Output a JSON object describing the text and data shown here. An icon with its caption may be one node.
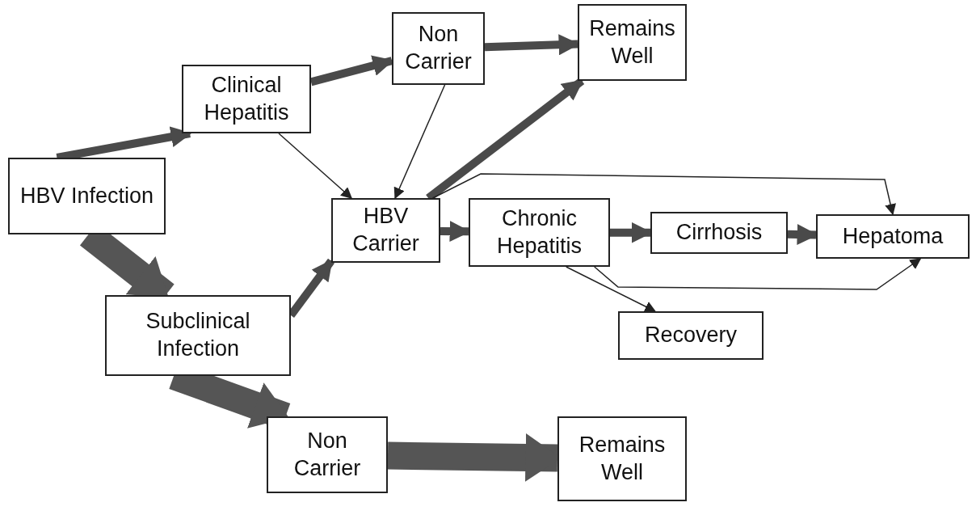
{
  "diagram": {
    "nodes": [
      {
        "text": [
          "HBV Infection"
        ]
      },
      {
        "text": [
          "Clinical Hepatitis"
        ]
      },
      {
        "text": [
          "Non Carrier"
        ]
      },
      {
        "text": [
          "Remains Well"
        ]
      },
      {
        "text": [
          "HBV Carrier"
        ]
      },
      {
        "text": [
          "Chronic Hepatitis"
        ]
      },
      {
        "text": [
          "Cirrhosis"
        ]
      },
      {
        "text": [
          "Hepatoma"
        ]
      },
      {
        "text": [
          "Recovery"
        ]
      },
      {
        "text": [
          "Subclinical Infection"
        ]
      },
      {
        "text": [
          "Non Carrier"
        ]
      },
      {
        "text": [
          "Remains Well"
        ]
      }
    ],
    "edges": [
      {
        "from": 0,
        "to": 1,
        "arrow": "to"
      },
      {
        "from": 0,
        "to": 9,
        "arrow": "to",
        "style": "thick"
      },
      {
        "from": 1,
        "to": 2,
        "arrow": "to"
      },
      {
        "from": 2,
        "to": 3,
        "arrow": "to"
      },
      {
        "from": 1,
        "to": 4,
        "arrow": "to"
      },
      {
        "from": 2,
        "to": 4,
        "arrow": "to"
      },
      {
        "from": 4,
        "to": 3,
        "arrow": "to"
      },
      {
        "from": 4,
        "to": 5,
        "arrow": "to"
      },
      {
        "from": 5,
        "to": 6,
        "arrow": "to"
      },
      {
        "from": 6,
        "to": 7,
        "arrow": "to"
      },
      {
        "from": 4,
        "to": 7,
        "arrow": "to"
      },
      {
        "from": 5,
        "to": 7,
        "arrow": "to"
      },
      {
        "from": 5,
        "to": 8,
        "arrow": "to"
      },
      {
        "from": 9,
        "to": 4,
        "arrow": "to"
      },
      {
        "from": 9,
        "to": 10,
        "arrow": "to",
        "style": "thick"
      },
      {
        "from": 10,
        "to": 11,
        "arrow": "to",
        "style": "thick"
      }
    ]
  }
}
